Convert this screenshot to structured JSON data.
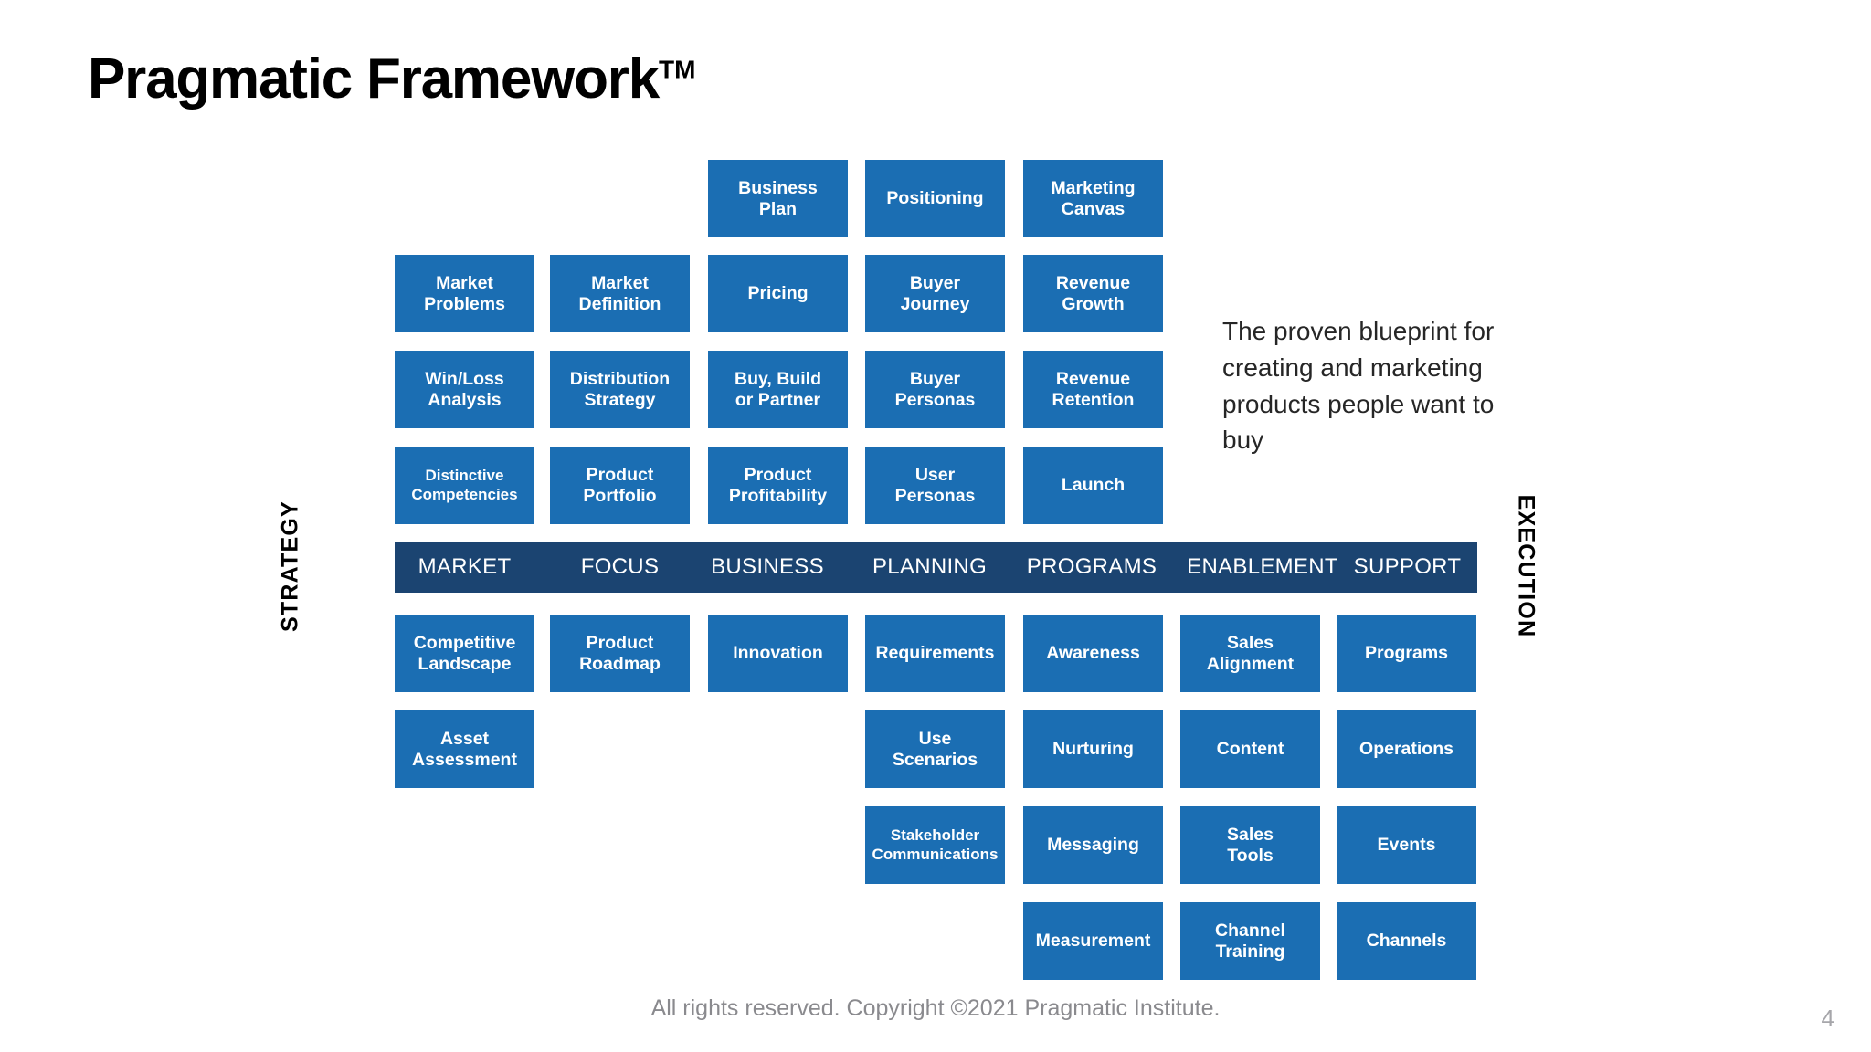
{
  "title": {
    "text": "Pragmatic Framework",
    "trademark": "TM"
  },
  "tagline": "The proven blueprint for creating and marketing products people want to buy",
  "side_labels": {
    "left": "STRATEGY",
    "right": "EXECUTION"
  },
  "footer": {
    "copyright": "All rights reserved. Copyright ©2021 Pragmatic Institute.",
    "page_number": "4"
  },
  "colors": {
    "box_blue": "#1b6eb3",
    "band_navy": "#1b4471",
    "background": "#ffffff",
    "footer_gray": "#8a8a8e"
  },
  "band": {
    "columns": [
      {
        "label": "MARKET"
      },
      {
        "label": "FOCUS"
      },
      {
        "label": "BUSINESS"
      },
      {
        "label": "PLANNING"
      },
      {
        "label": "PROGRAMS"
      },
      {
        "label": "ENABLEMENT"
      },
      {
        "label": "SUPPORT"
      }
    ]
  },
  "strategy_rows": [
    {
      "cells": [
        null,
        null,
        "Business\nPlan",
        "Positioning",
        "Marketing\nCanvas",
        null,
        null
      ]
    },
    {
      "cells": [
        "Market\nProblems",
        "Market\nDefinition",
        "Pricing",
        "Buyer\nJourney",
        "Revenue\nGrowth",
        null,
        null
      ]
    },
    {
      "cells": [
        "Win/Loss\nAnalysis",
        "Distribution\nStrategy",
        "Buy, Build\nor Partner",
        "Buyer\nPersonas",
        "Revenue\nRetention",
        null,
        null
      ]
    },
    {
      "cells": [
        "Distinctive\nCompetencies",
        "Product\nPortfolio",
        "Product\nProfitability",
        "User\nPersonas",
        "Launch",
        null,
        null
      ]
    }
  ],
  "execution_rows": [
    {
      "cells": [
        "Competitive\nLandscape",
        "Product\nRoadmap",
        "Innovation",
        "Requirements",
        "Awareness",
        "Sales\nAlignment",
        "Programs"
      ]
    },
    {
      "cells": [
        "Asset\nAssessment",
        null,
        null,
        "Use\nScenarios",
        "Nurturing",
        "Content",
        "Operations"
      ]
    },
    {
      "cells": [
        null,
        null,
        null,
        "Stakeholder\nCommunications",
        "Messaging",
        "Sales\nTools",
        "Events"
      ]
    },
    {
      "cells": [
        null,
        null,
        null,
        null,
        "Measurement",
        "Channel\nTraining",
        "Channels"
      ]
    }
  ]
}
